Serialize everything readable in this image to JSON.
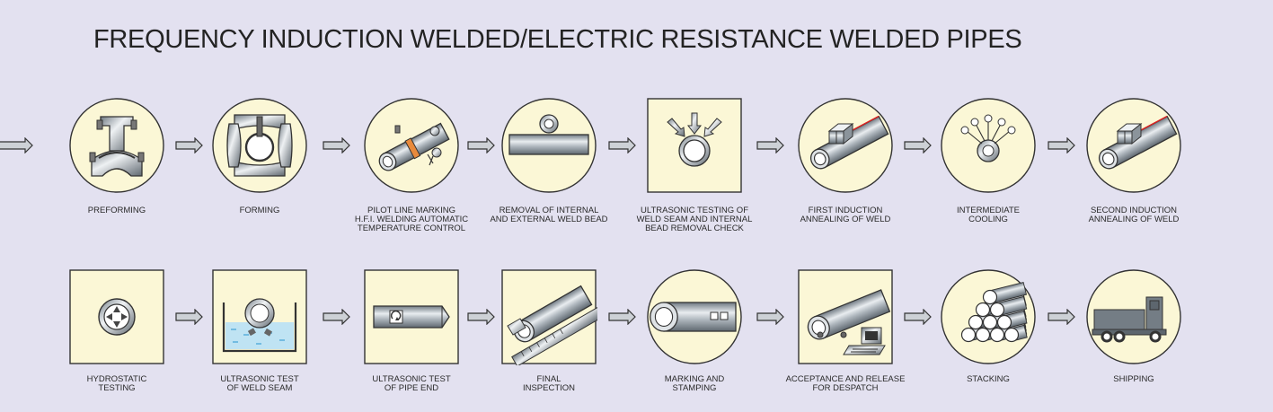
{
  "title": "FREQUENCY INDUCTION WELDED/ELECTRIC RESISTANCE WELDED PIPES",
  "colors": {
    "background": "#e3e1f0",
    "icon_fill": "#fbf7d6",
    "outline": "#333333",
    "metal": "#9aa3ab"
  },
  "row1": [
    {
      "icon": "preforming-rollers-icon",
      "lines": [
        "PREFORMING"
      ]
    },
    {
      "icon": "forming-rollers-icon",
      "lines": [
        "FORMING"
      ]
    },
    {
      "icon": "pilot-line-marking-icon",
      "lines": [
        "PILOT LINE MARKING",
        "H.F.I. WELDING AUTOMATIC",
        "TEMPERATURE CONTROL"
      ]
    },
    {
      "icon": "weld-bead-removal-icon",
      "lines": [
        "REMOVAL OF INTERNAL",
        "AND EXTERNAL WELD BEAD"
      ]
    },
    {
      "icon": "ultrasonic-probes-icon",
      "lines": [
        "ULTRASONIC TESTING OF",
        "WELD SEAM AND INTERNAL",
        "BEAD REMOVAL CHECK"
      ]
    },
    {
      "icon": "induction-annealing-icon",
      "lines": [
        "FIRST INDUCTION",
        "ANNEALING OF WELD"
      ]
    },
    {
      "icon": "cooling-sprays-icon",
      "lines": [
        "INTERMEDIATE",
        "COOLING"
      ]
    },
    {
      "icon": "induction-annealing-icon",
      "lines": [
        "SECOND INDUCTION",
        "ANNEALING OF WELD"
      ]
    }
  ],
  "row2": [
    {
      "icon": "hydrostatic-gauge-icon",
      "lines": [
        "HYDROSTATIC",
        "TESTING"
      ]
    },
    {
      "icon": "ultrasonic-tank-icon",
      "lines": [
        "ULTRASONIC TEST",
        "OF WELD SEAM"
      ]
    },
    {
      "icon": "pipe-end-test-icon",
      "lines": [
        "ULTRASONIC TEST",
        "OF PIPE END"
      ]
    },
    {
      "icon": "caliper-inspection-icon",
      "lines": [
        "FINAL",
        "INSPECTION"
      ]
    },
    {
      "icon": "pipe-marking-icon",
      "lines": [
        "MARKING AND",
        "STAMPING"
      ]
    },
    {
      "icon": "pipe-computer-icon",
      "lines": [
        "ACCEPTANCE AND RELEASE",
        "FOR DESPATCH"
      ]
    },
    {
      "icon": "pipe-stack-icon",
      "lines": [
        "STACKING"
      ]
    },
    {
      "icon": "truck-icon",
      "lines": [
        "SHIPPING"
      ]
    }
  ]
}
